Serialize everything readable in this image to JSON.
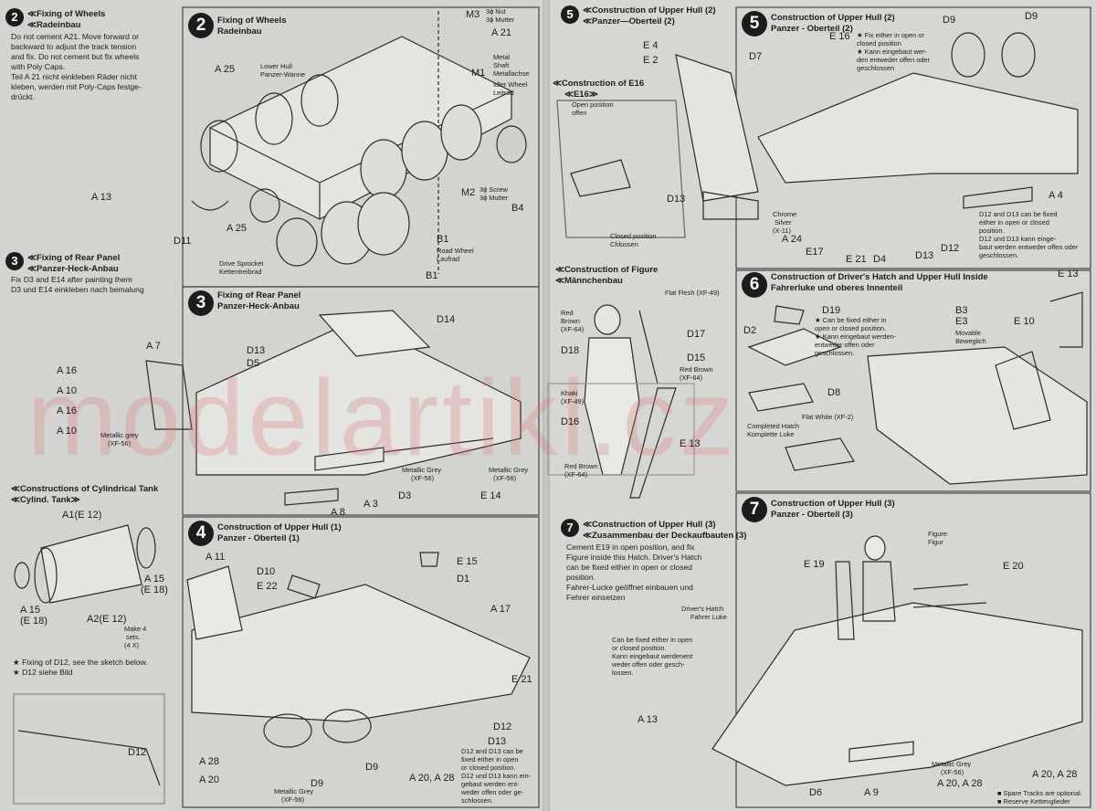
{
  "left": {
    "s2_side": {
      "num": "2",
      "title_en": "≪Fixing of Wheels",
      "title_de": "≪Radeinbau",
      "body": [
        "Do not cement A21. Move forward or",
        "backward to adjust the track tension",
        "and fix. Do not cement but fix wheels",
        "with Poly Caps.",
        "Teil A 21 nicht einkleben Räder nicht",
        "kleben, werden mit Poly-Caps festge-",
        "drückt."
      ]
    },
    "s2_main": {
      "num": "2",
      "title_en": "Fixing of Wheels",
      "title_de": "Radeinbau"
    },
    "s2_labels": {
      "a25a": "A 25",
      "lowerhull": "Lower Hull",
      "lowerhull_de": "Panzer-Wanne",
      "m3": "M3",
      "nut": "3ϕ Nut",
      "nut_de": "3ϕ Mutter",
      "a21": "A 21",
      "m1": "M1",
      "metal": "Metal",
      "shaft": "Shaft",
      "shaft_de": "Metallachse",
      "idler": "Idler Wheel",
      "idler_de": "Leitrad",
      "a13": "A 13",
      "m2": "M2",
      "screw": "3ϕ Screw",
      "screw_de": "3ϕ Mutter",
      "b4": "B4",
      "d11": "D11",
      "a25b": "A 25",
      "b1a": "B1",
      "roadwheel": "Road Wheel",
      "roadwheel_de": "Laufrad",
      "sprocket": "Drive Sprocket",
      "sprocket_de": "Kettentreibrad",
      "b1b": "B1"
    },
    "s3_side": {
      "num": "3",
      "title_en": "≪Fixing of Rear Panel",
      "title_de": "≪Panzer-Heck-Anbau",
      "body": [
        "Fix D3 and E14 after painting them",
        "D3 und E14 einkleben nach bemalung"
      ]
    },
    "s3_main": {
      "num": "3",
      "title_en": "Fixing of Rear Panel",
      "title_de": "Panzer-Heck-Anbau"
    },
    "s3_labels": {
      "a7": "A 7",
      "a16a": "A 16",
      "a10a": "A 10",
      "a16b": "A 16",
      "a10b": "A 10",
      "mg1": "Metallic grey",
      "mg1c": "(XF-56)",
      "d14": "D14",
      "d13": "D13",
      "d5": "D5",
      "mg2": "Metallic Grey",
      "mg2c": "(XF-56)",
      "mg3": "Metallic Grey",
      "mg3c": "(XF-56)",
      "a8": "A 8",
      "a3": "A 3",
      "d3": "D3",
      "e14": "E 14"
    },
    "tank": {
      "title_en": "≪Constructions of Cylindrical Tank",
      "title_de": "≪Cylind. Tank≫",
      "a1": "A1(E 12)",
      "a15a": "A 15",
      "e18a": "(E 18)",
      "a15b": "A 15",
      "e18b": "(E 18)",
      "a2": "A2(E 12)",
      "make": "Make 4",
      "sets": "sets.",
      "times": "(4 X)"
    },
    "d12_note": {
      "en": "★ Fixing of D12, see the sketch below.",
      "de": "★ D12 siehe Bild",
      "lbl": "D12"
    },
    "s4": {
      "num": "4",
      "title_en": "Construction of Upper Hull (1)",
      "title_de": "Panzer - Oberteil (1)"
    },
    "s4_labels": {
      "a11": "A 11",
      "d10": "D10",
      "e22": "E 22",
      "e15": "E 15",
      "d1": "D1",
      "a17": "A 17",
      "e21": "E 21",
      "d12": "D12",
      "d13": "D13",
      "a28": "A 28",
      "a20": "A 20",
      "d9a": "D9",
      "d9b": "D9",
      "mg": "Metallic Grey",
      "mgc": "(XF-56)",
      "a20a28": "A 20, A 28"
    },
    "s4_note": [
      "D12 and D13 can be",
      "fixed either in open",
      "or closed position.",
      "D12 und D13 kann ein-",
      "gebaut werden ent-",
      "weder offen oder ge-",
      "schlossen."
    ]
  },
  "right": {
    "s5_side": {
      "num": "5",
      "title_en": "≪Construction of Upper Hull (2)",
      "title_de": "≪Panzer—Oberteil (2)"
    },
    "e16box": {
      "title_en": "≪Construction of E16",
      "title_de": "≪E16≫",
      "open": "Open position",
      "open_de": "offen",
      "closed": "Closed position",
      "closed_de": "Chlossen"
    },
    "s5_main": {
      "num": "5",
      "title_en": "Construction of Upper Hull (2)",
      "title_de": "Panzer - Oberteil (2)"
    },
    "s5_labels": {
      "e4": "E 4",
      "e2": "E 2",
      "d7": "D7",
      "e16": "E 16",
      "d9a": "D9",
      "d9b": "D9",
      "d13": "D13",
      "a4": "A 4",
      "chrome": "Chrome",
      "silver": "Silver",
      "silver_c": "(X-11)",
      "a24": "A 24",
      "e17": "E17",
      "e21": "E 21",
      "d4": "D4",
      "d13b": "D13",
      "d12": "D12"
    },
    "s5_fix": [
      "★ Fix either in open or",
      "closed position",
      "★ Kann eingebaut wer-",
      "den entweder offen oder",
      "geschlossen"
    ],
    "s5_note": [
      "D12 and D13 can be fixed",
      "either in open or closed",
      "position.",
      "D12 und D13 kann einge-",
      "baut werden entweder offen oder",
      "geschlossen."
    ],
    "fig": {
      "title_en": "≪Construction of Figure",
      "title_de": "≪Männchenbau",
      "flesh": "Flat Flesh (XF-49)",
      "redbrown": "Red",
      "redbrown2": "Brown",
      "redbrown_c": "(XF-64)",
      "d17": "D17",
      "d18": "D18",
      "d15": "D15",
      "rb2": "Red Brown",
      "rb2c": "(XF-64)",
      "khaki": "Khaki",
      "khaki_c": "(XF-49)",
      "d16": "D16",
      "e13": "E 13",
      "rb3": "Red Brown",
      "rb3c": "(XF-64)"
    },
    "s6": {
      "num": "6",
      "title_en": "Construction of Driver's Hatch and Upper Hull Inside",
      "title_de": "Fahrerluke und oberes Innenteil"
    },
    "s6_labels": {
      "d19": "D19",
      "d2": "D2",
      "d8": "D8",
      "flatwhite": "Flat White (XF-2)",
      "completed": "Completed Hatch",
      "completed_de": "Komplette Luke",
      "b3": "B3",
      "e3": "E3",
      "movable": "Movable",
      "movable_de": "Beweglich",
      "e10": "E 10",
      "e13": "E 13"
    },
    "s6_note": [
      "★ Can be fixed either in",
      "open or closed position.",
      "★ Kann eingebaut werden-",
      "entweder offen oder",
      "geschlossen."
    ],
    "s7_side": {
      "num": "7",
      "title_en": "≪Construction of Upper Hull (3)",
      "title_de": "≪Zusammenbau der Deckaufbauten (3)",
      "body": [
        "Cement E19 in open position, and fix",
        "Figure inside this Hatch. Driver's Hatch",
        "can be fixed either in open or closed",
        "position.",
        "Fahrer-Lucke geöffnet einbauen und",
        "Fehrer einsetzen"
      ]
    },
    "s7_main": {
      "num": "7",
      "title_en": "Construction of Upper Hull (3)",
      "title_de": "Panzer - Oberteil (3)"
    },
    "s7_labels": {
      "figure": "Figure",
      "figure_de": "Figur",
      "e19": "E 19",
      "e20": "E 20",
      "hatch": "Driver's Hatch",
      "hatch_de": "Fahrer Luke",
      "a13": "A 13",
      "d6": "D6",
      "a9": "A 9",
      "mg": "Metallic Grey",
      "mgc": "(XF-56)",
      "a20a28": "A 20, A 28",
      "a20a28b": "A 20, A 28",
      "spare": "■ Spare Tracks are optional.",
      "spare_de": "■ Reserve Kettenglieder"
    },
    "s7_note": [
      "Can be fixed either in open",
      "or closed position.",
      "Kann eingebaut werdenent",
      "weder offen oder gesch-",
      "lossen."
    ]
  },
  "watermark": "modelartikl.cz"
}
